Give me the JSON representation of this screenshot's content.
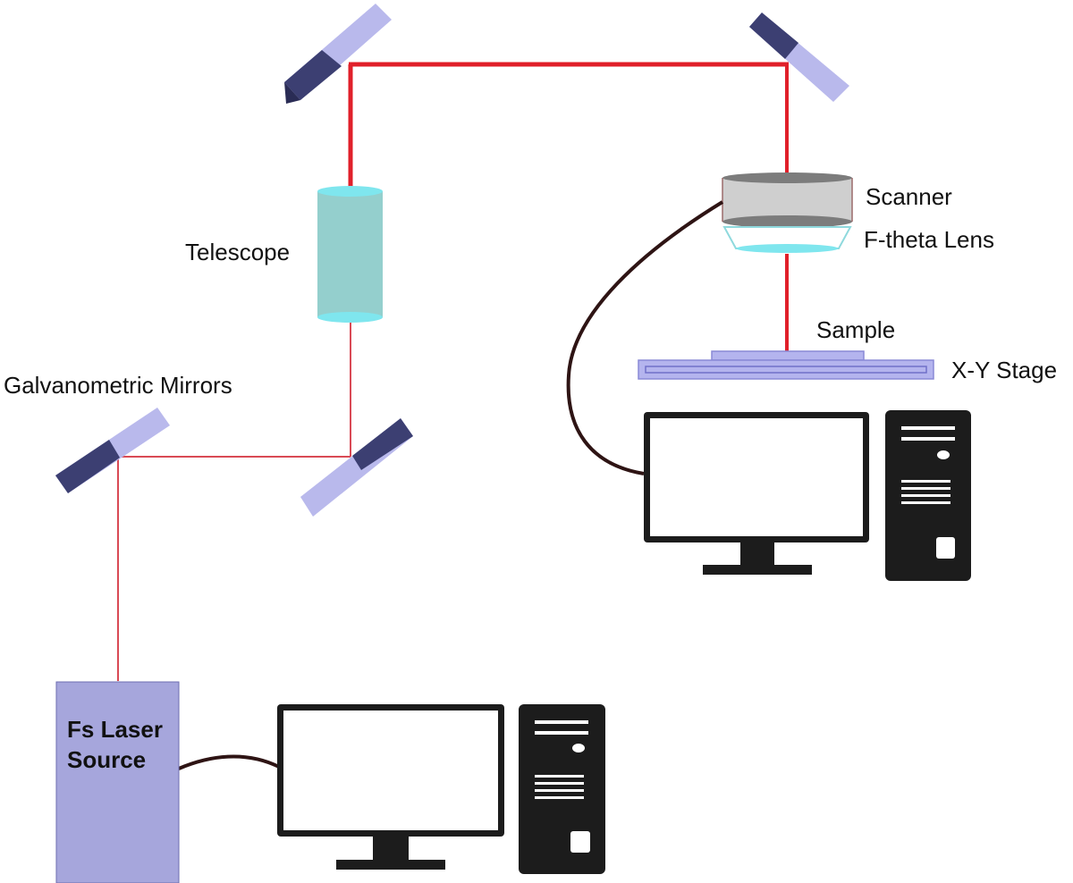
{
  "labels": {
    "telescope": "Telescope",
    "galvo": "Galvanometric Mirrors",
    "scanner": "Scanner",
    "ftheta": "F-theta Lens",
    "sample": "Sample",
    "stage": "X-Y Stage",
    "laser_line1": "Fs Laser",
    "laser_line2": "Source"
  },
  "colors": {
    "beam_thick": "#e0202a",
    "beam_thin": "#d94a55",
    "mirror_face": "#b9b9ec",
    "mirror_edge": "#3c3f72",
    "telescope_body": "#94cfcd",
    "telescope_cap": "#7fe6ee",
    "lens_body": "#cfcfcf",
    "lens_dark": "#7c7c7c",
    "laser_box": "#a6a6dc",
    "stage_fill": "#b4b4ee",
    "computer": "#1c1c1c",
    "cable": "#2e1414"
  }
}
